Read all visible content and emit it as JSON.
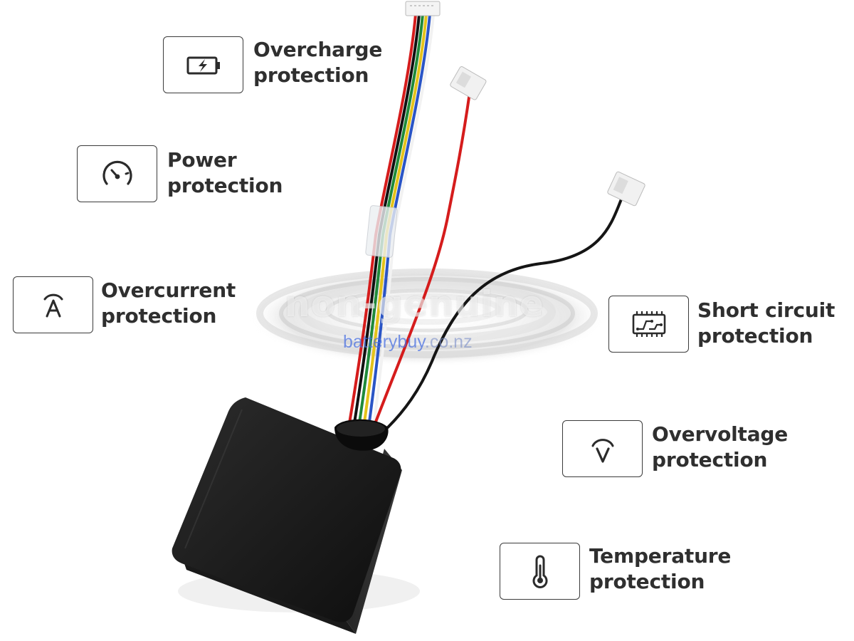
{
  "features": [
    {
      "id": "overcharge",
      "line1": "Overcharge",
      "line2": "protection",
      "icon": "battery-charging-icon"
    },
    {
      "id": "power",
      "line1": "Power",
      "line2": "protection",
      "icon": "gauge-icon"
    },
    {
      "id": "overcurrent",
      "line1": "Overcurrent",
      "line2": "protection",
      "icon": "ampere-icon"
    },
    {
      "id": "short-circuit",
      "line1": "Short circuit",
      "line2": "protection",
      "icon": "circuit-board-icon"
    },
    {
      "id": "overvoltage",
      "line1": "Overvoltage",
      "line2": "protection",
      "icon": "voltage-icon"
    },
    {
      "id": "temperature",
      "line1": "Temperature",
      "line2": "protection",
      "icon": "thermometer-icon"
    }
  ],
  "watermark": {
    "main": "non-genuine",
    "sub_part1": "batterybuy",
    "sub_part2": ".co.nz"
  },
  "colors": {
    "text": "#2f2f2f",
    "box_border": "#3b3b3b",
    "battery_body": "#141414",
    "wire_red": "#d51c1c",
    "wire_black": "#111111",
    "wire_green": "#1f8a3a",
    "wire_yellow": "#e4c21a",
    "wire_blue": "#2a55c6",
    "watermark_blue": "#466ee1"
  }
}
